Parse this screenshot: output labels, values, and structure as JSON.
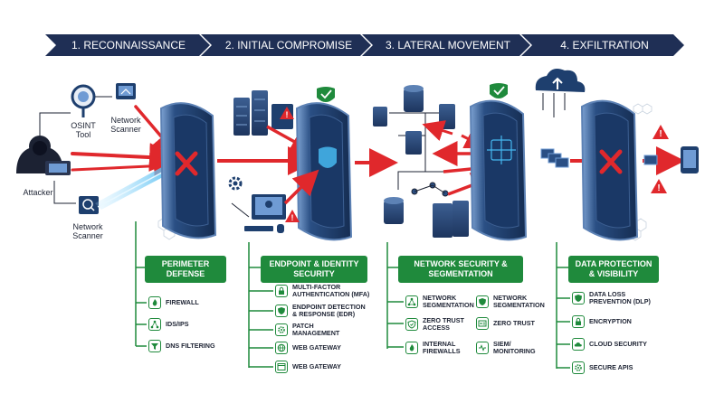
{
  "phases": [
    {
      "label": "1. RECONNAISSANCE"
    },
    {
      "label": "2. INITIAL COMPROMISE"
    },
    {
      "label": "3. LATERAL MOVEMENT"
    },
    {
      "label": "4. EXFILTRATION"
    }
  ],
  "actors": {
    "attacker": "Attacker",
    "osint": "OSINT\nTool",
    "network_scanner_top": "Network\nScanner",
    "network_scanner_bottom": "Network\nScanner"
  },
  "defenses": [
    {
      "title": "PERIMETER\nDEFENSE",
      "items": [
        {
          "label": "FIREWALL",
          "icon": "flame-icon"
        },
        {
          "label": "IDS/IPS",
          "icon": "network-icon"
        },
        {
          "label": "DNS FILTERING",
          "icon": "filter-icon"
        }
      ]
    },
    {
      "title": "ENDPOINT & IDENTITY\nSECURITY",
      "items": [
        {
          "label": "MULTI-FACTOR\nAUTHENTICATION (MFA)",
          "icon": "lock-icon"
        },
        {
          "label": "ENDPOINT DETECTION\n& RESPONSE (EDR)",
          "icon": "shield-icon"
        },
        {
          "label": "PATCH\nMANAGEMENT",
          "icon": "gear-icon"
        },
        {
          "label": "WEB GATEWAY",
          "icon": "globe-icon"
        },
        {
          "label": "WEB GATEWAY",
          "icon": "browser-icon"
        }
      ]
    },
    {
      "title": "NETWORK SECURITY &\nSEGMENTATION",
      "items": [
        {
          "label": "NETWORK\nSEGMENTATION",
          "icon": "network-icon"
        },
        {
          "label": "NETWORK\nSEGMENTATION",
          "icon": "shield-icon"
        },
        {
          "label": "ZERO TRUST\nACCESS",
          "icon": "shield-icon"
        },
        {
          "label": "ZERO TRUST",
          "icon": "id-card-icon"
        },
        {
          "label": "INTERNAL\nFIREWALLS",
          "icon": "flame-icon"
        },
        {
          "label": "SIEM/\nMONITORING",
          "icon": "pulse-icon"
        }
      ]
    },
    {
      "title": "DATA PROTECTION\n& VISIBILITY",
      "items": [
        {
          "label": "DATA LOSS\nPREVENTION (DLP)",
          "icon": "shield-icon"
        },
        {
          "label": "ENCRYPTION",
          "icon": "lock-icon"
        },
        {
          "label": "CLOUD SECURITY",
          "icon": "cloud-icon"
        },
        {
          "label": "SECURE APIS",
          "icon": "gear-icon"
        }
      ]
    }
  ],
  "colors": {
    "banner": "#1f2f55",
    "shield": "#1e3f6e",
    "shield_edge": "#5d82b5",
    "attack": "#e0282c",
    "green": "#1f8a3c",
    "dark": "#1d2333",
    "warning": "#e0282c"
  }
}
